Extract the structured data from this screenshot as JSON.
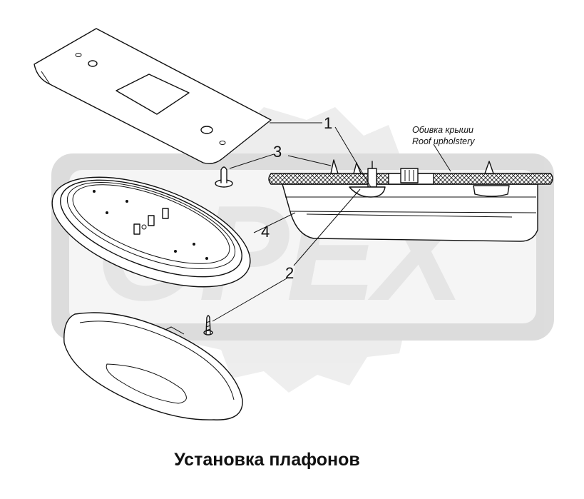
{
  "watermark": {
    "text": "OPEX"
  },
  "callouts": {
    "c1": "1",
    "c2a": "2",
    "c2b": "2",
    "c3": "3",
    "c4": "4"
  },
  "note": {
    "line1": "Обивка крыши",
    "line2": "Roof upholstery"
  },
  "caption": "Установка плафонов"
}
